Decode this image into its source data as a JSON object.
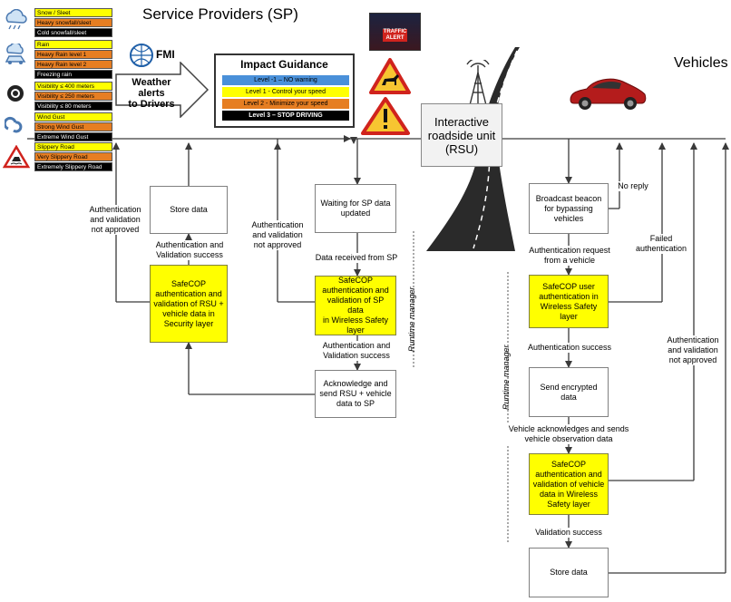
{
  "header": {
    "title": "Service Providers (SP)",
    "vehicles": "Vehicles",
    "fmi": "FMI",
    "weather_alerts": "Weather alerts\nto Drivers",
    "traffic_alert": "TRAFFIC\nALERT"
  },
  "legend": {
    "groups": [
      {
        "icon": "snow-cloud-icon",
        "rows": [
          {
            "text": "Snow / Sleet",
            "level": 1
          },
          {
            "text": "Heavy snowfall/sleet",
            "level": 2
          },
          {
            "text": "Cold snowfall/sleet",
            "level": 3
          }
        ]
      },
      {
        "icon": "rain-car-icon",
        "rows": [
          {
            "text": "Rain",
            "level": 1
          },
          {
            "text": "Heavy Rain level 1",
            "level": 2
          },
          {
            "text": "Heavy Rain level 2",
            "level": 2
          },
          {
            "text": "Freezing rain",
            "level": 3
          }
        ]
      },
      {
        "icon": "fog-icon",
        "rows": [
          {
            "text": "Visibility ≤ 400 meters",
            "level": 1
          },
          {
            "text": "Visibility ≤ 250 meters",
            "level": 2
          },
          {
            "text": "Visibility ≤ 80 meters",
            "level": 3
          }
        ]
      },
      {
        "icon": "wind-icon",
        "rows": [
          {
            "text": "Wind Gust",
            "level": 1
          },
          {
            "text": "Strong Wind Gust",
            "level": 2
          },
          {
            "text": "Extreme Wind Gust",
            "level": 3
          }
        ]
      },
      {
        "icon": "slippery-road-icon",
        "rows": [
          {
            "text": "Slippery Road",
            "level": 1
          },
          {
            "text": "Very Slippery Road",
            "level": 2
          },
          {
            "text": "Extremely Slippery Road",
            "level": 3
          }
        ]
      }
    ],
    "colors": {
      "1": "#ffff00",
      "2": "#e67e22",
      "3": "#000000"
    }
  },
  "impact": {
    "title": "Impact Guidance",
    "levels": [
      {
        "text": "Level -1 – NO warning",
        "color": "#4a90d9"
      },
      {
        "text": "Level 1 - Control your speed",
        "color": "#ffff00"
      },
      {
        "text": "Level 2 - Minimize your speed",
        "color": "#e67e22"
      },
      {
        "text": "Level 3 – STOP DRIVING",
        "color": "#000000"
      }
    ]
  },
  "rsu": {
    "label": "Interactive\nroadside unit\n(RSU)"
  },
  "left_flow": {
    "store": "Store data",
    "auth_success": "Authentication and\nValidation success",
    "safecop": "SafeCOP\nauthentication and\nvalidation of RSU +\nvehicle data in\nSecurity layer",
    "not_approved": "Authentication\nand validation\nnot approved"
  },
  "mid_flow": {
    "waiting": "Waiting for SP data\nupdated",
    "received": "Data received from SP",
    "safecop": "SafeCOP\nauthentication and\nvalidation of SP data\nin Wireless Safety\nlayer",
    "auth_success": "Authentication and\nValidation success",
    "ack": "Acknowledge and\nsend RSU + vehicle\ndata to SP",
    "not_approved": "Authentication\nand validation\nnot approved",
    "runtime": "Runtime  manager"
  },
  "right_flow": {
    "broadcast": "Broadcast beacon\nfor bypassing\nvehicles",
    "no_reply": "No reply",
    "auth_request": "Authentication request\nfrom a vehicle",
    "safecop_user": "SafeCOP user\nauthentication in\nWireless Safety\nlayer",
    "failed": "Failed\nauthentication",
    "auth_success": "Authentication success",
    "send_enc": "Send encrypted\ndata",
    "vehicle_ack": "Vehicle acknowledges and sends\nvehicle observation data",
    "safecop_vehicle": "SafeCOP\nauthentication and\nvalidation of vehicle\ndata in Wireless\nSafety layer",
    "validation_success": "Validation success",
    "store": "Store data",
    "not_approved": "Authentication\nand validation\nnot approved",
    "runtime": "Runtime  manager"
  }
}
